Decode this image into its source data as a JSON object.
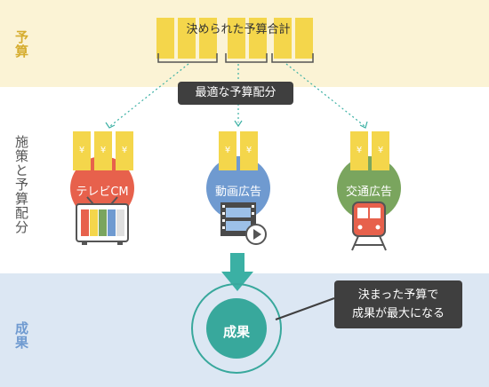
{
  "sections": {
    "budget": "予算",
    "allocation": "施策と予算配分",
    "result": "成果"
  },
  "budget_total_label": "決められた予算合計",
  "optimal_allocation_label": "最適な予算配分",
  "channels": [
    {
      "label": "テレビCM",
      "coin_count": 3,
      "color": "#e7614c",
      "icon": "tv-icon"
    },
    {
      "label": "動画広告",
      "coin_count": 2,
      "color": "#6f9ad0",
      "icon": "film-icon"
    },
    {
      "label": "交通広告",
      "coin_count": 2,
      "color": "#7aa55e",
      "icon": "train-icon"
    }
  ],
  "coin_symbol": "¥",
  "result_label": "成果",
  "result_note": [
    "決まった予算で",
    "成果が最大になる"
  ],
  "colors": {
    "gold": "#f4d64b",
    "arrow": "#3bb0a4",
    "result_circle": "#38a89c"
  }
}
